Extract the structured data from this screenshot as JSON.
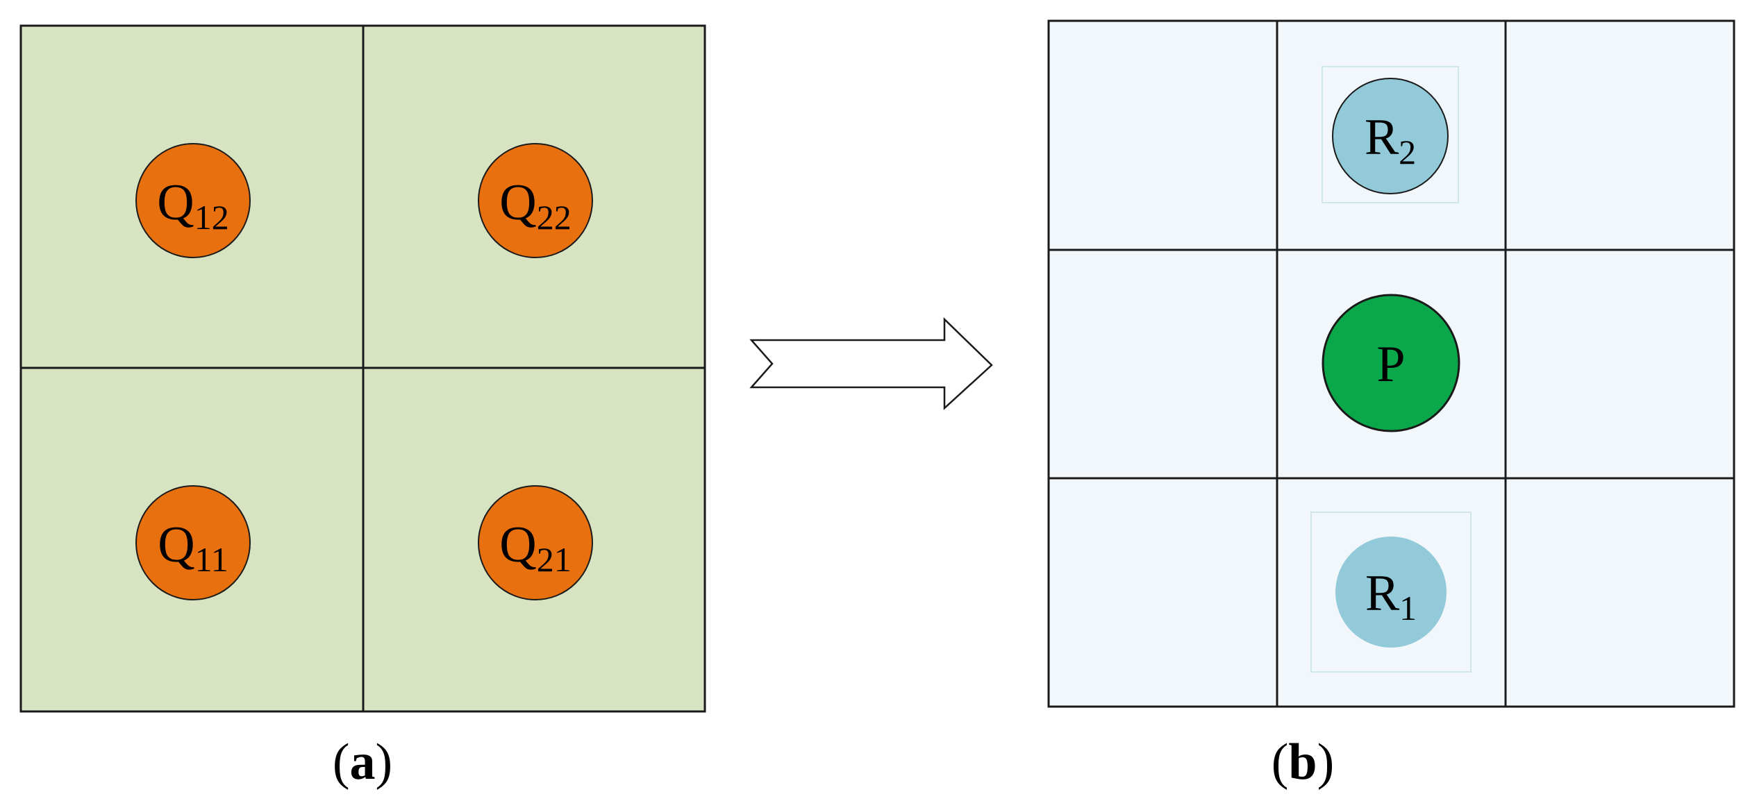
{
  "colors": {
    "panel_a_fill": "#d7e3c1",
    "panel_b_fill": "#f1f7fa",
    "q_node_fill": "#e8700e",
    "r_node_fill": "#92cad9",
    "p_node_fill": "#0aa84a",
    "grid_line": "#1a1a1a",
    "r_box_stroke": "#cfe8e6"
  },
  "panel_a": {
    "caption": {
      "open": "(",
      "letter": "a",
      "close": ")"
    },
    "nodes": [
      {
        "id": "Q12",
        "base": "Q",
        "sub": "12"
      },
      {
        "id": "Q22",
        "base": "Q",
        "sub": "22"
      },
      {
        "id": "Q11",
        "base": "Q",
        "sub": "11"
      },
      {
        "id": "Q21",
        "base": "Q",
        "sub": "21"
      }
    ]
  },
  "panel_b": {
    "caption": {
      "open": "(",
      "letter": "b",
      "close": ")"
    },
    "nodes": [
      {
        "id": "R2",
        "base": "R",
        "sub": "2"
      },
      {
        "id": "P",
        "base": "P",
        "sub": ""
      },
      {
        "id": "R1",
        "base": "R",
        "sub": "1"
      }
    ]
  },
  "arrow": {
    "icon": "hollow-right-arrow-icon"
  }
}
